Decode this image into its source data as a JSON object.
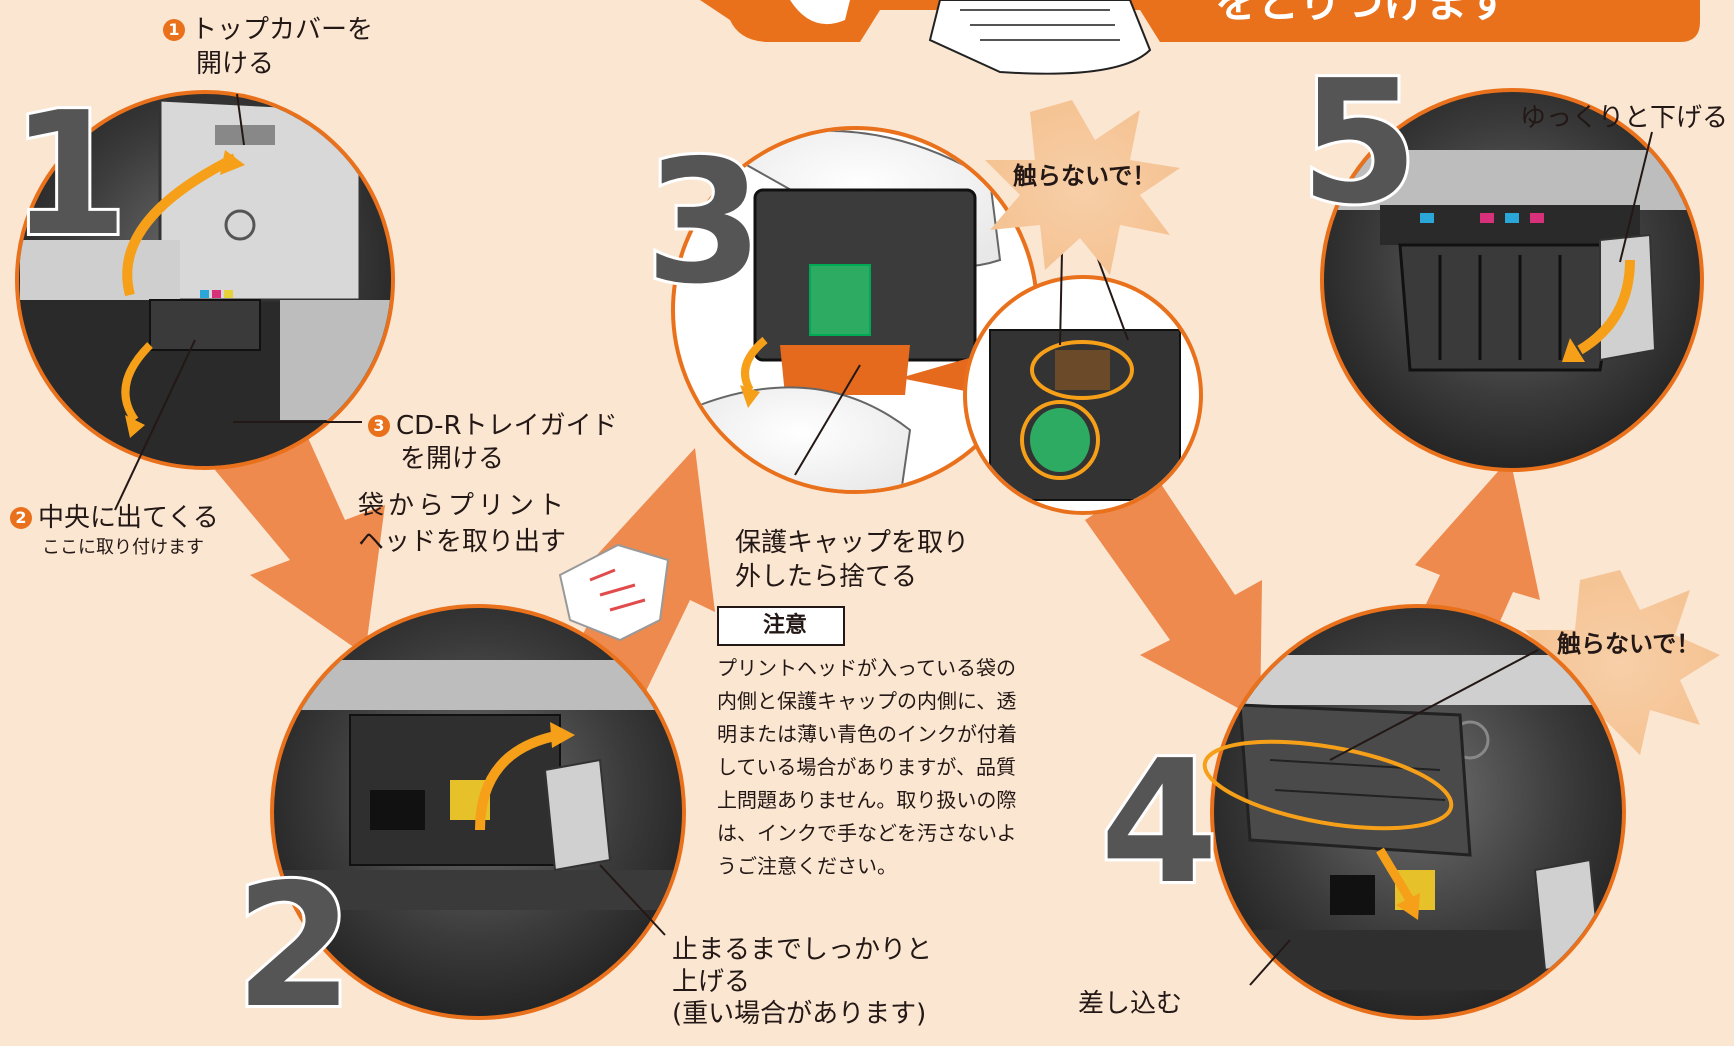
{
  "header": {
    "partial_title": "をとりつけます"
  },
  "step1": {
    "number": "1",
    "note1_marker": "1",
    "note1_line1": "トップカバーを",
    "note1_line2": "開ける",
    "note2_marker": "2",
    "note2_line1": "中央に出てくる",
    "note2_line2": "ここに取り付けます",
    "note3_marker": "3",
    "note3_line1": "CD-Rトレイガイド",
    "note3_line2": "を開ける"
  },
  "step2": {
    "number": "2",
    "bag_line1": "袋からプリント",
    "bag_line2": "ヘッドを取り出す",
    "lift_line1": "止まるまでしっかりと",
    "lift_line2": "上げる",
    "lift_line3": "(重い場合があります)"
  },
  "step3": {
    "number": "3",
    "dont_touch": "触らないで！",
    "cap_line1": "保護キャップを取り",
    "cap_line2": "外したら捨てる"
  },
  "caution": {
    "label": "注意",
    "lines": [
      "プリントヘッドが入っている袋の",
      "内側と保護キャップの内側に、透",
      "明または薄い青色のインクが付着",
      "している場合がありますが、品質",
      "上問題ありません。取り扱いの際",
      "は、インクで手などを汚さないよ",
      "うご注意ください。"
    ]
  },
  "step4": {
    "number": "4",
    "insert": "差し込む",
    "dont_touch": "触らないで！"
  },
  "step5": {
    "number": "5",
    "lower": "ゆっくりと下げる"
  },
  "colors": {
    "background": "#fbe6d2",
    "accent": "#e9711c",
    "arrow": "#ee8a4e",
    "step_number": "#555555"
  }
}
